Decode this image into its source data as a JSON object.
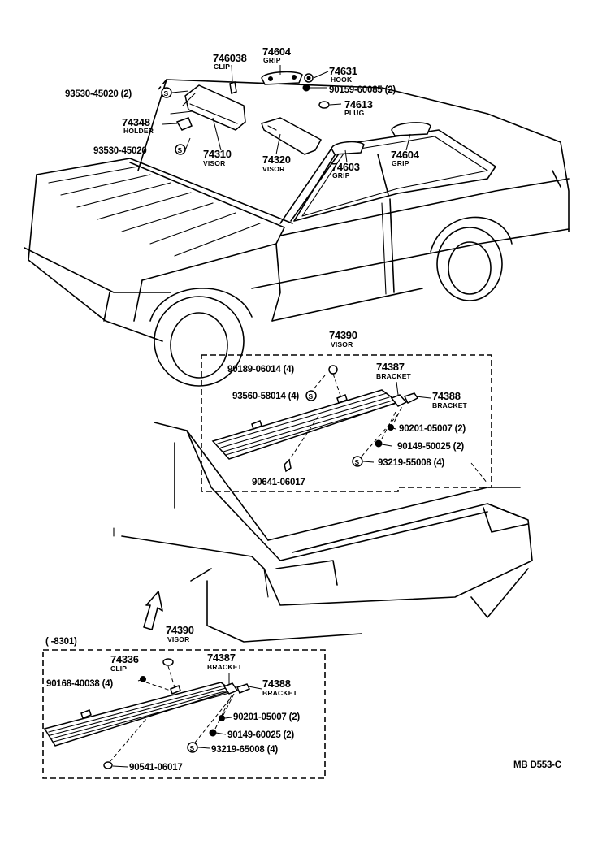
{
  "labels": {
    "c74603b": {
      "num": "746038",
      "sub": "CLIP"
    },
    "c74604a": {
      "num": "74604",
      "sub": "GRIP"
    },
    "c74631": {
      "num": "74631",
      "sub": "HOOK"
    },
    "c74613": {
      "num": "74613",
      "sub": "PLUG"
    },
    "c74348": {
      "num": "74348",
      "sub": "HOLDER"
    },
    "c74310": {
      "num": "74310",
      "sub": "VISOR"
    },
    "c74320": {
      "num": "74320",
      "sub": "VISOR"
    },
    "c74603": {
      "num": "74603",
      "sub": "GRIP"
    },
    "c74604b": {
      "num": "74604",
      "sub": "GRIP"
    },
    "c74390a": {
      "num": "74390",
      "sub": "VISOR"
    },
    "c74387a": {
      "num": "74387",
      "sub": "BRACKET"
    },
    "c74388a": {
      "num": "74388",
      "sub": "BRACKET"
    },
    "c74390b": {
      "num": "74390",
      "sub": "VISOR"
    },
    "c74336": {
      "num": "74336",
      "sub": "CLIP"
    },
    "c74387b": {
      "num": "74387",
      "sub": "BRACKET"
    },
    "c74388b": {
      "num": "74388",
      "sub": "BRACKET"
    }
  },
  "parts": {
    "p93530a": "93530-45020 (2)",
    "p90159": "90159-60085 (2)",
    "p93530b": "93530-45020",
    "p90189": "90189-06014 (4)",
    "p93560": "93560-58014 (4)",
    "p90201a": "90201-05007 (2)",
    "p90149a": "90149-50025 (2)",
    "p93219a": "93219-55008 (4)",
    "p90641": "90641-06017",
    "p90168": "90168-40038 (4)",
    "p90201b": "90201-05007 (2)",
    "p90149b": "90149-60025 (2)",
    "p93219b": "93219-65008 (4)",
    "p90541": "90541-06017"
  },
  "range_note": "(      -8301)",
  "washer_symbol": "S",
  "diagram_code": "MB D553-C"
}
